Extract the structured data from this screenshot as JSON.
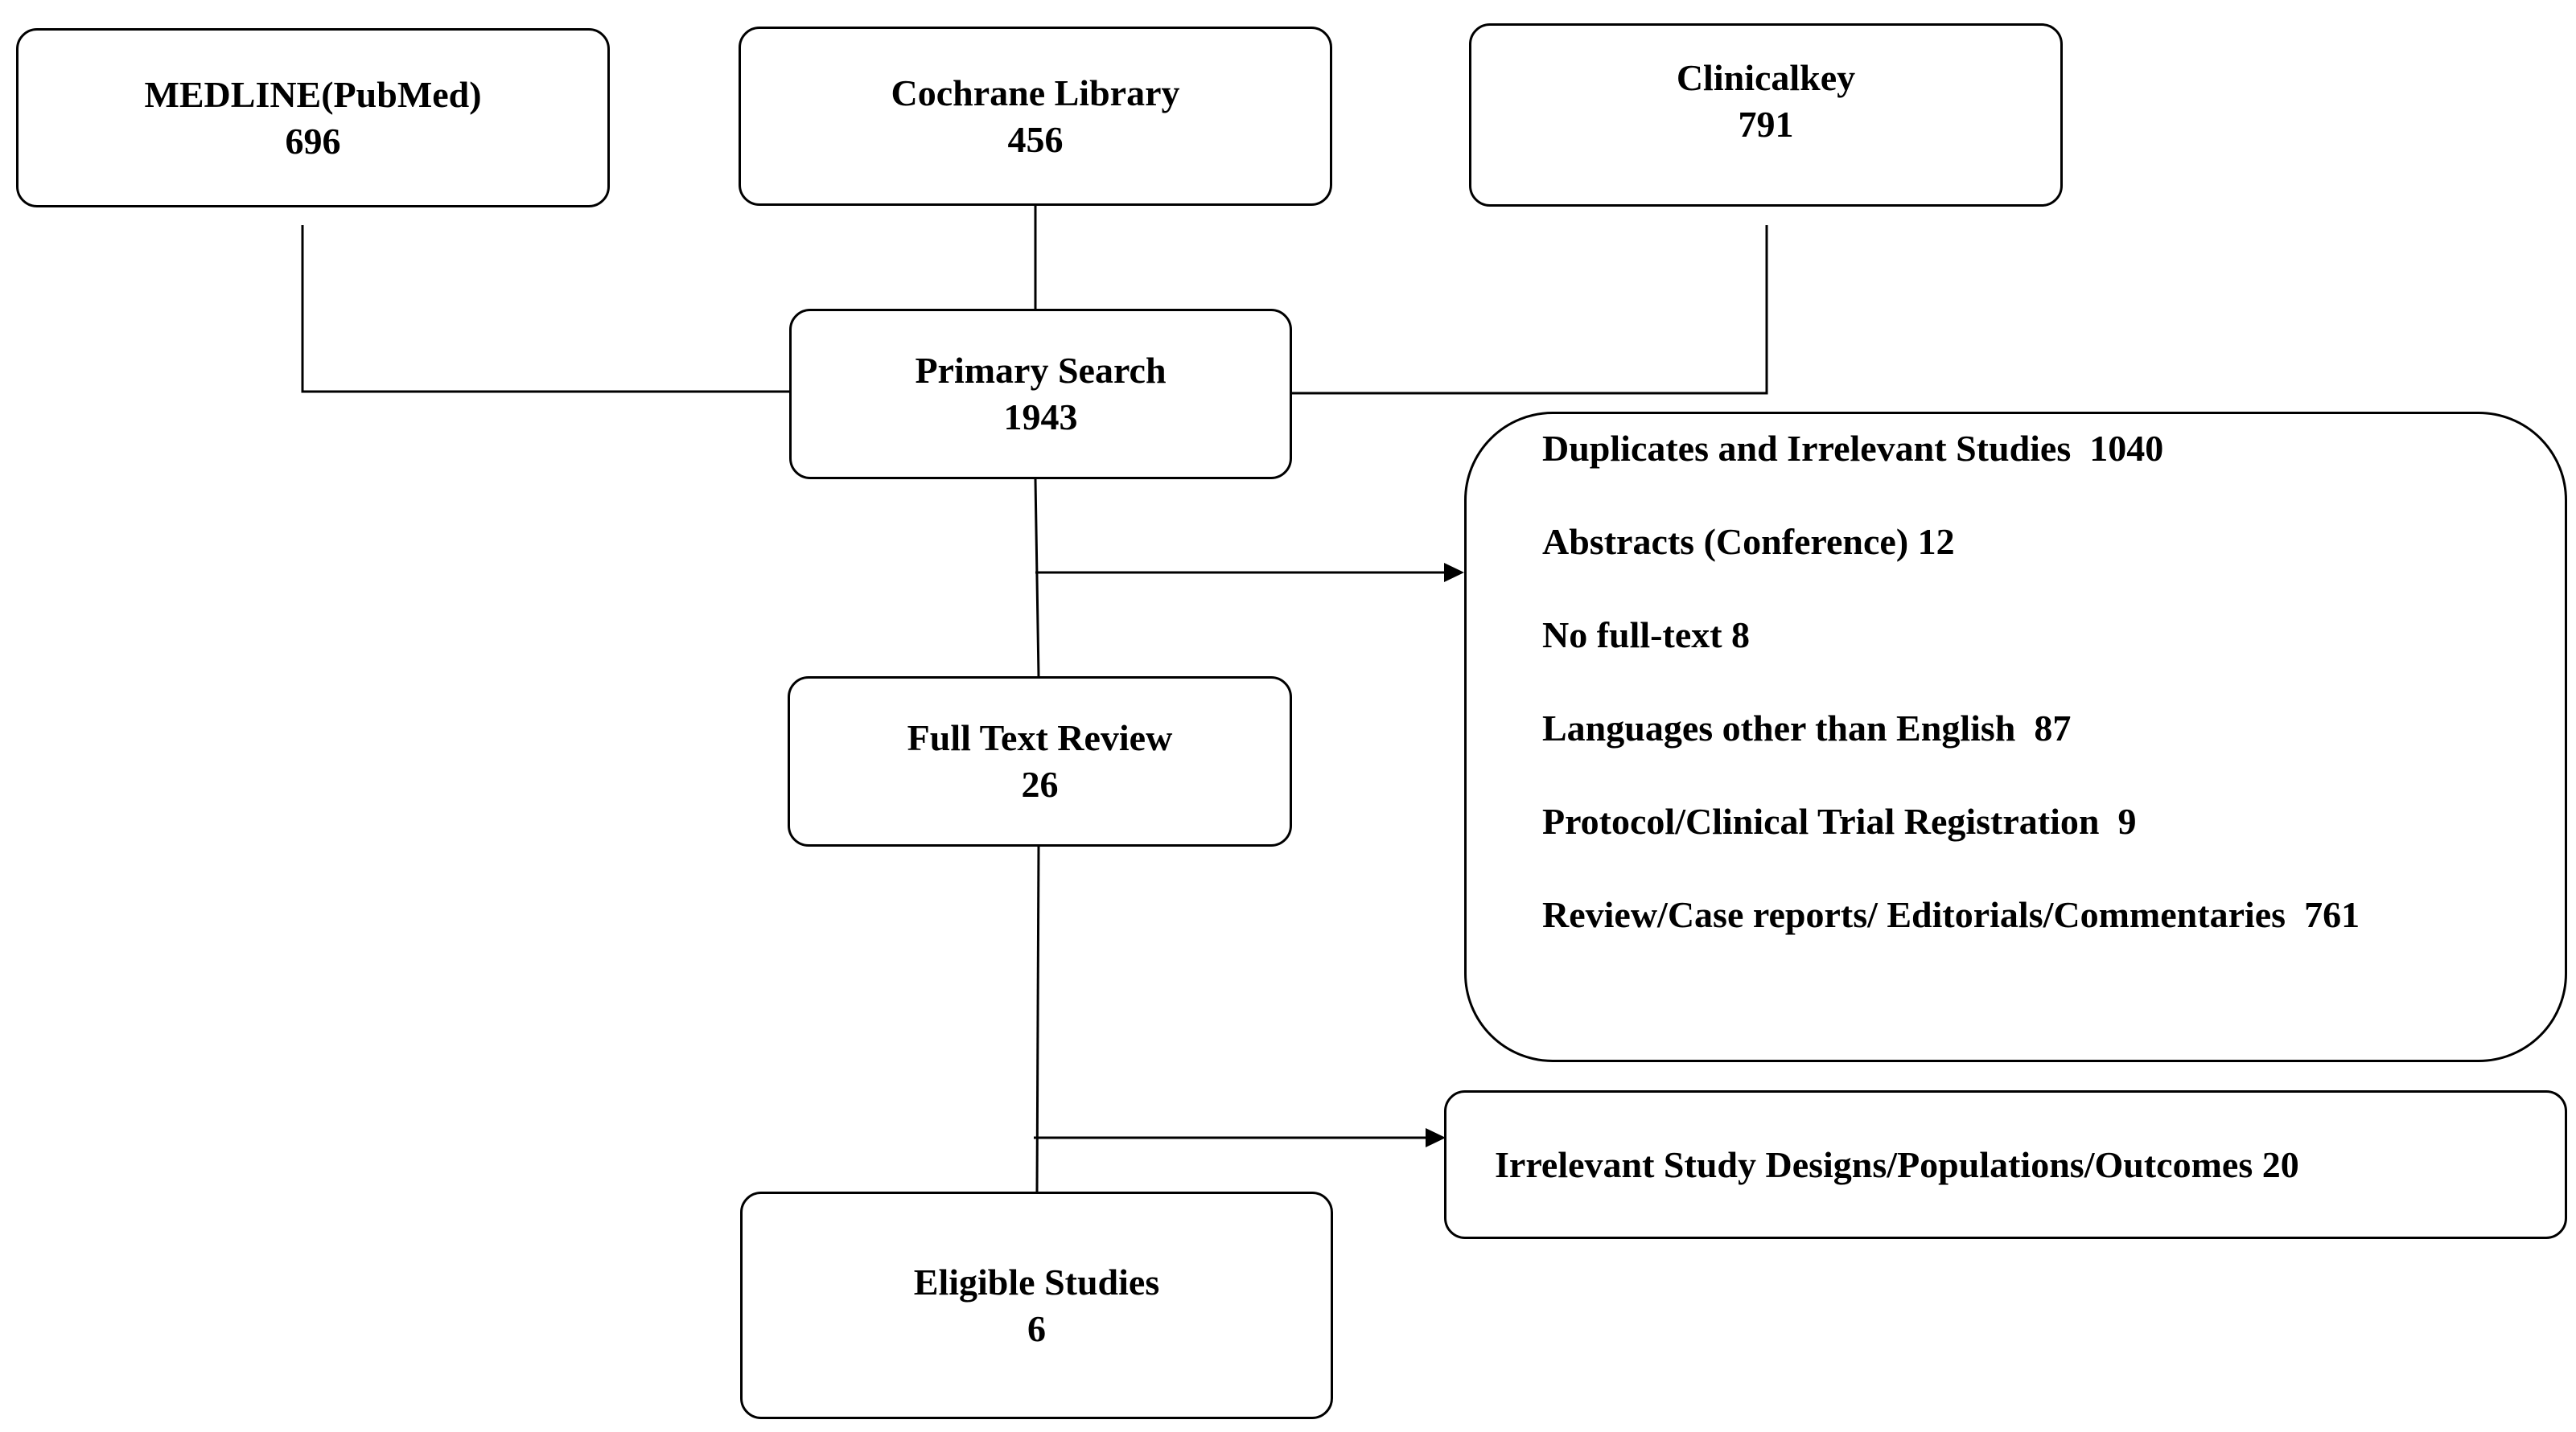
{
  "sources": [
    {
      "name": "MEDLINE(PubMed)",
      "count": "696"
    },
    {
      "name": "Cochrane Library",
      "count": "456"
    },
    {
      "name": "Clinicalkey",
      "count": "791"
    }
  ],
  "primary_search": {
    "label": "Primary Search",
    "count": "1943"
  },
  "full_text_review": {
    "label": "Full Text Review",
    "count": "26"
  },
  "eligible_studies": {
    "label": "Eligible Studies",
    "count": "6"
  },
  "exclusions_screening": [
    "Duplicates and Irrelevant Studies  1040",
    "Abstracts (Conference) 12",
    "No full-text 8",
    "Languages other than English  87",
    "Protocol/Clinical Trial Registration  9",
    "Review/Case reports/ Editorials/Commentaries  761"
  ],
  "exclusions_full_text": [
    "Irrelevant Study Designs/Populations/Outcomes 20"
  ]
}
